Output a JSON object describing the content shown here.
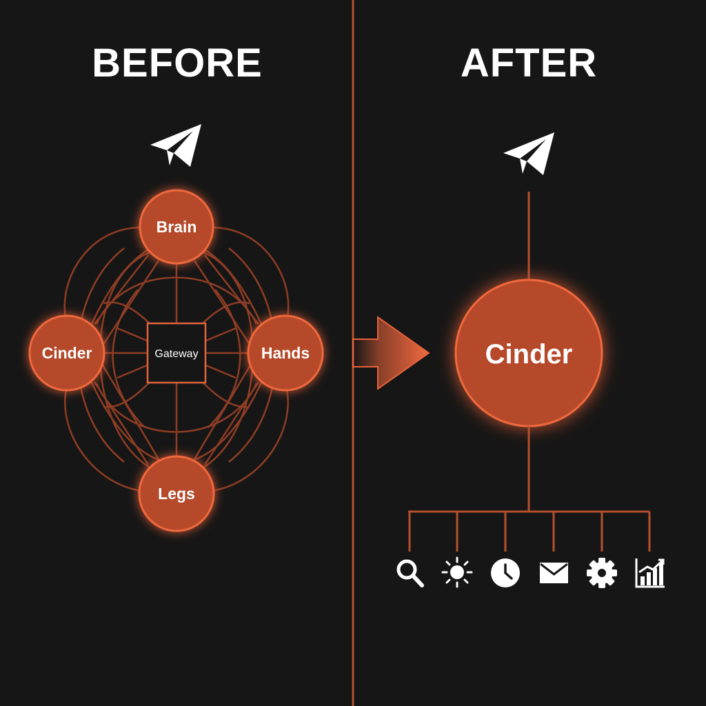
{
  "headings": {
    "before": "BEFORE",
    "after": "AFTER"
  },
  "colors": {
    "background": "#171616",
    "node_fill": "#b54a2a",
    "node_stroke": "#f0693d",
    "mesh_line": "#8e3d24",
    "connector": "#b5502f",
    "arrow": "#e8623a",
    "icon": "#ffffff"
  },
  "before": {
    "top_icon": "paper-plane-icon",
    "nodes": {
      "brain": "Brain",
      "cinder": "Cinder",
      "hands": "Hands",
      "legs": "Legs"
    },
    "center": "Gateway"
  },
  "after": {
    "top_icon": "paper-plane-icon",
    "center": "Cinder",
    "tools": [
      "search-icon",
      "sun-icon",
      "clock-icon",
      "mail-icon",
      "gear-icon",
      "chart-icon"
    ]
  }
}
